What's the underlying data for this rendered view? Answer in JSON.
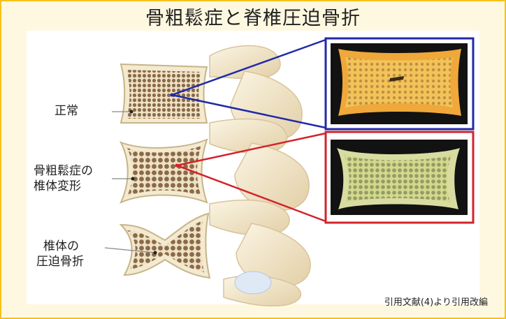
{
  "title": "骨粗鬆症と脊椎圧迫骨折",
  "labels": {
    "normal": "正常",
    "osteoporotic_line1": "骨粗鬆症の",
    "osteoporotic_line2": "椎体変形",
    "compression_line1": "椎体の",
    "compression_line2": "圧迫骨折"
  },
  "credit": "引用文献(4)より引用改編",
  "colors": {
    "frame_border": "#f6c21a",
    "frame_bg": "#fff8e0",
    "normal_connector": "#1f2aa8",
    "osteoporosis_connector": "#d2232a",
    "bone": "#f1e6c6",
    "trabecular": "#8a6a4a"
  }
}
